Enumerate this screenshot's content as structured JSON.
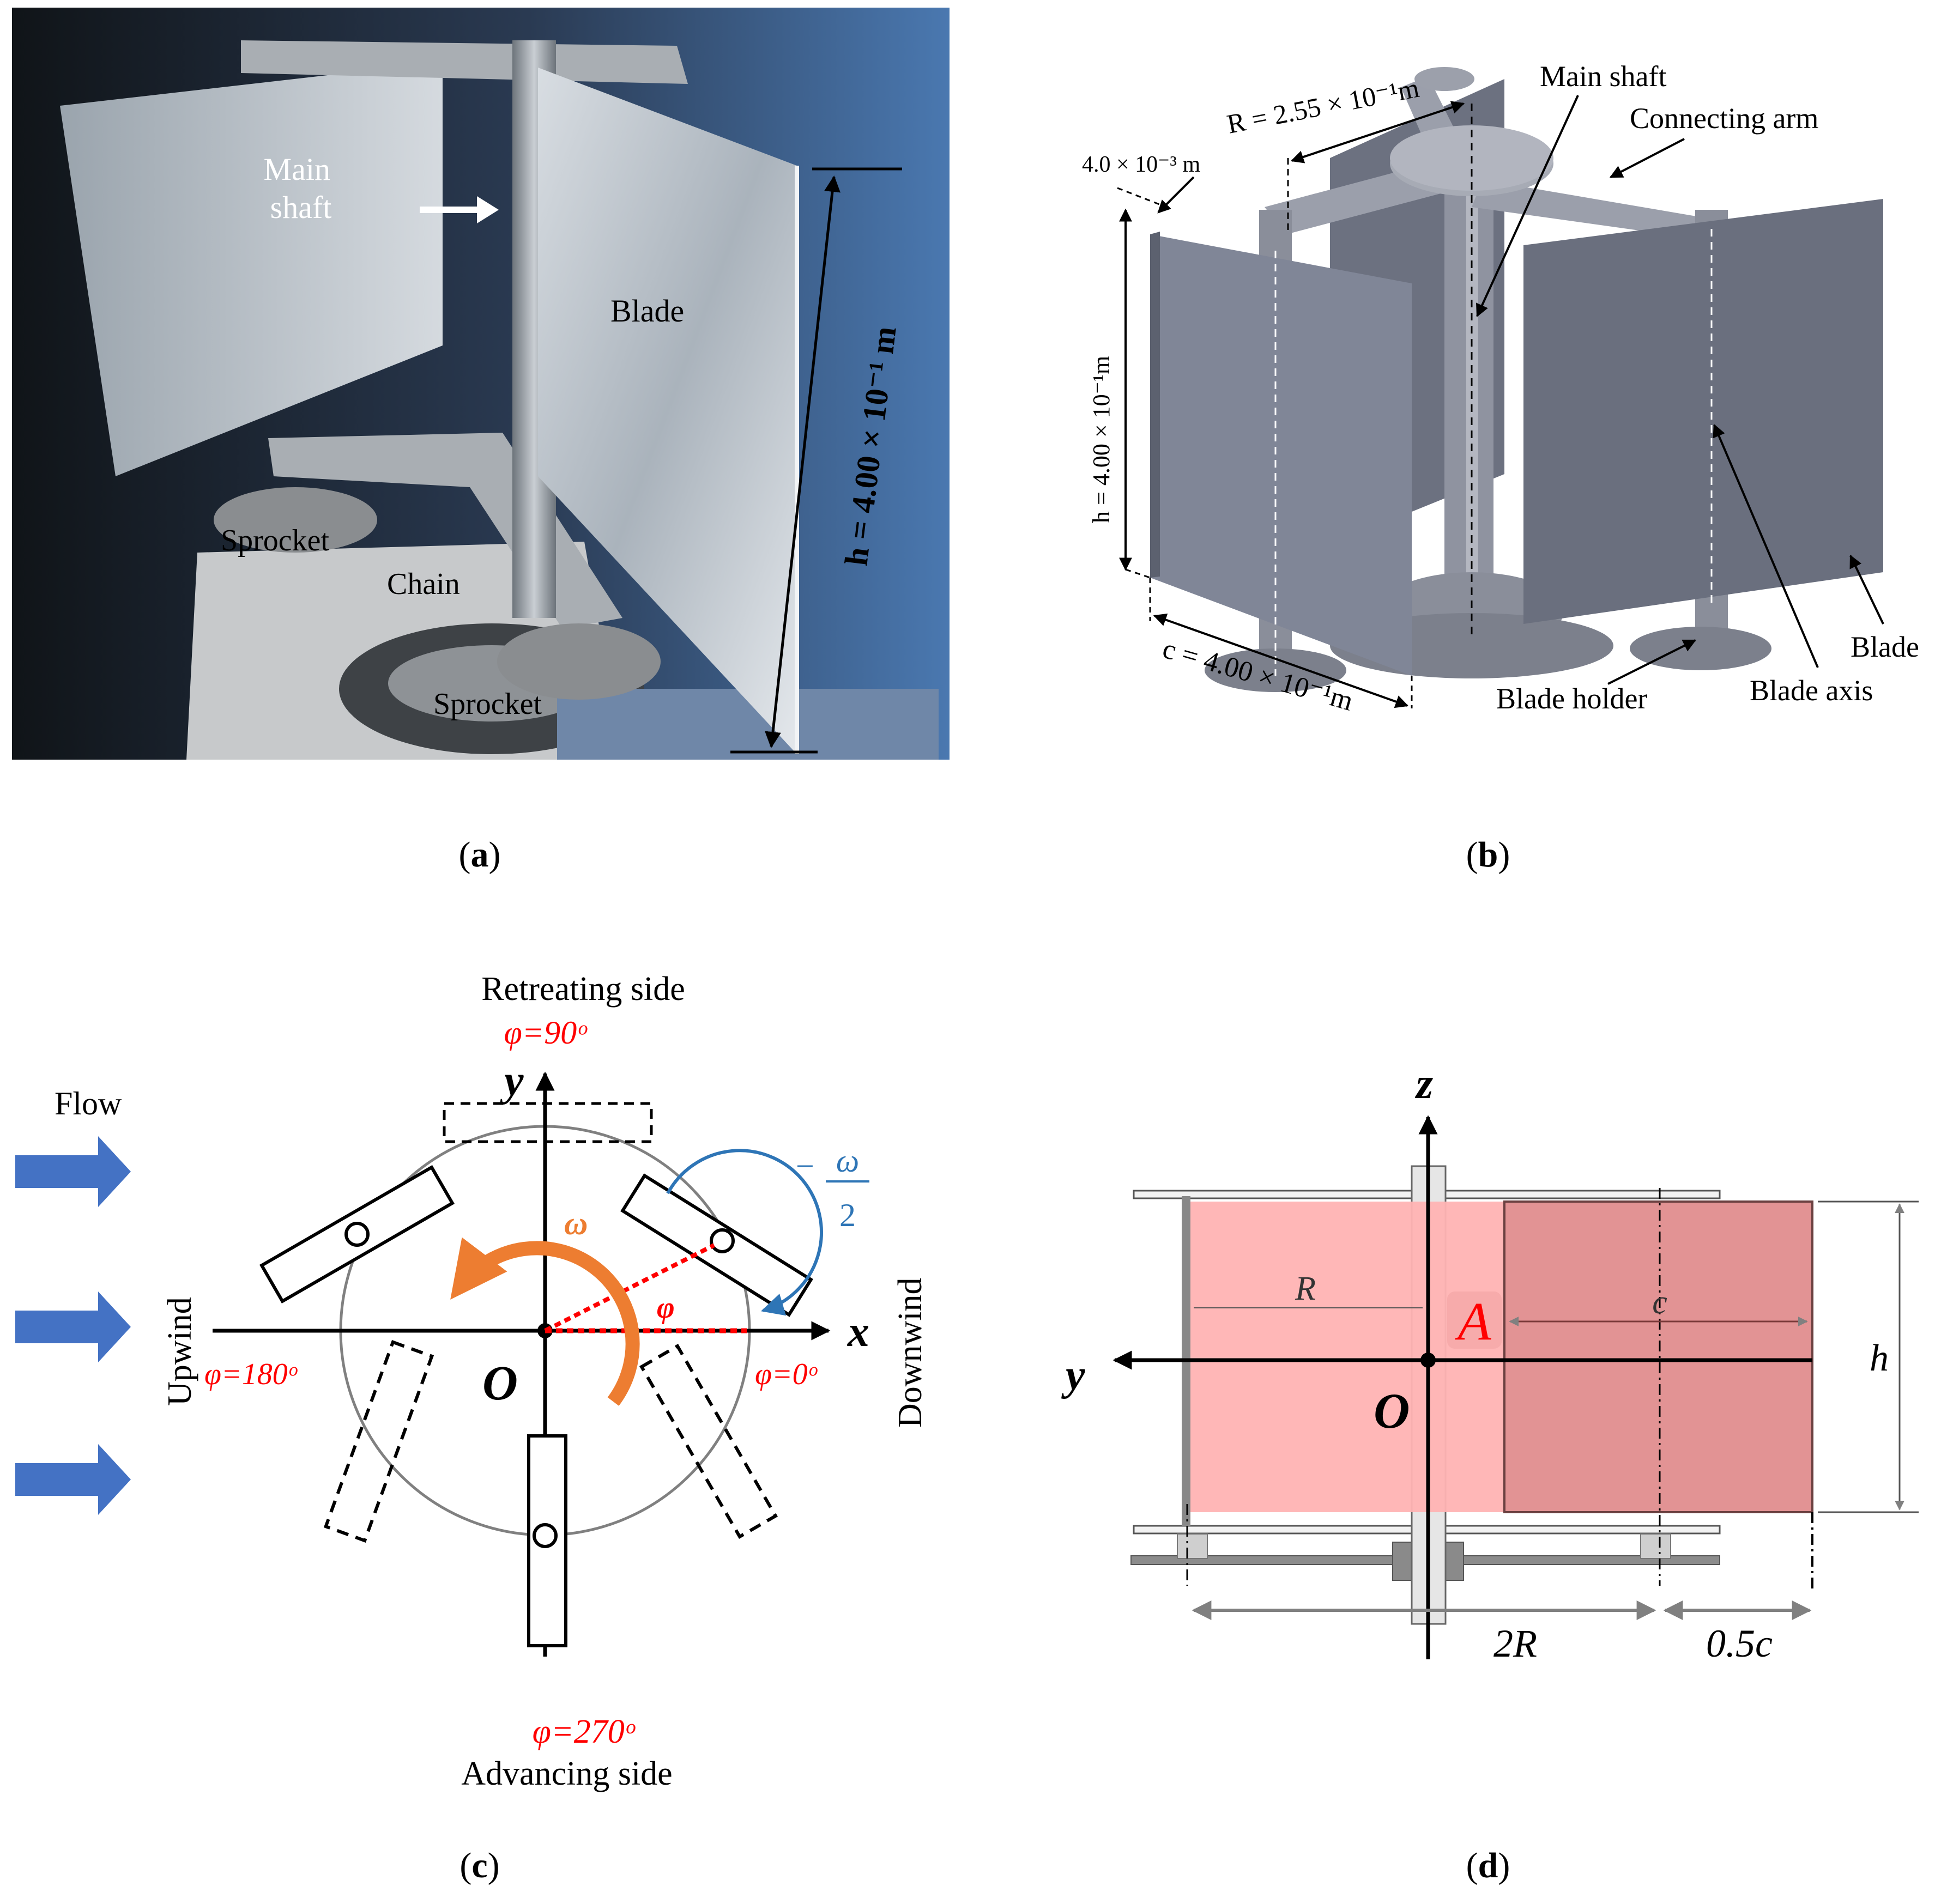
{
  "panel_a": {
    "labels": {
      "main_shaft": "Main\nshaft",
      "blade": "Blade",
      "sprocket_top": "Sprocket",
      "chain": "Chain",
      "sprocket_bottom": "Sprocket",
      "height": "h = 4.00 × 10⁻¹ m"
    },
    "caption": "(a)"
  },
  "panel_b": {
    "labels": {
      "radius": "R = 2.55  × 10⁻¹m",
      "thickness": "4.0 × 10⁻³ m",
      "height": "h = 4.00 × 10⁻¹m",
      "chord": "c = 4.00 × 10⁻¹m",
      "main_shaft": "Main shaft",
      "connecting_arm": "Connecting arm",
      "blade_holder": "Blade holder",
      "blade": "Blade",
      "blade_axis": "Blade axis"
    },
    "caption": "(b)"
  },
  "panel_c": {
    "labels": {
      "retreating": "Retreating side",
      "phi90": "φ=90ᵒ",
      "y_axis": "y",
      "x_axis": "x",
      "flow": "Flow",
      "omega": "ω",
      "minus": "−",
      "omega_half_num": "ω",
      "omega_half_den": "2",
      "phi": "φ",
      "upwind": "Upwind",
      "downwind": "Downwind",
      "phi180": "φ=180ᵒ",
      "phi0": "φ=0ᵒ",
      "origin": "O",
      "phi270": "φ=270ᵒ",
      "advancing": "Advancing side"
    },
    "colors": {
      "flow": "#4472C4",
      "omega": "#ED7D31",
      "half_omega": "#2E75B6",
      "angle": "#FF0000"
    },
    "caption": "(c)"
  },
  "panel_d": {
    "labels": {
      "z_axis": "z",
      "y_axis": "y",
      "R": "R",
      "c": "c",
      "A": "A",
      "h": "h",
      "origin": "O",
      "two_R": "2R",
      "half_c": "0.5c"
    },
    "colors": {
      "area_light": "#FFB3B3",
      "area_dark": "#E29394",
      "A_label": "#FF0000"
    },
    "caption": "(d)"
  }
}
